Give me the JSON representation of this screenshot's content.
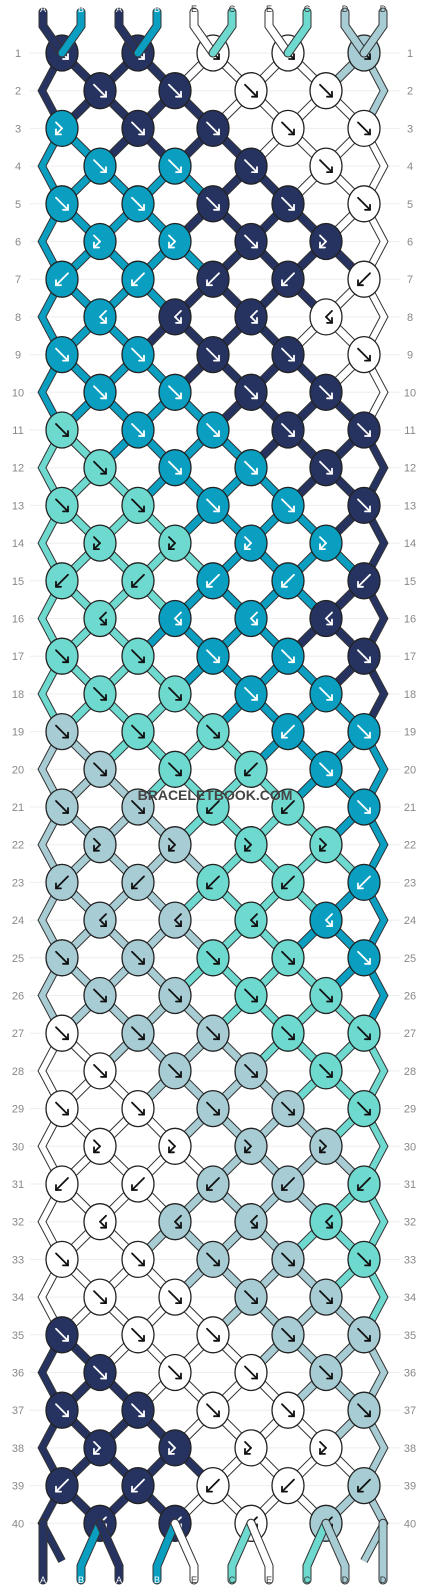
{
  "watermark": "BRACELETBOOK.COM",
  "colors": {
    "A": "#263360",
    "B": "#0a9ec0",
    "C": "#6ed9ce",
    "D": "#a8ccd4",
    "E": "#ffffff"
  },
  "strands": [
    "A",
    "B",
    "A",
    "B",
    "E",
    "C",
    "E",
    "C",
    "D",
    "D"
  ],
  "rows": [
    {
      "n": "1",
      "knots": [
        {
          "c": "A",
          "d": "R"
        },
        {
          "c": "A",
          "d": "R"
        },
        {
          "c": "E",
          "d": "R"
        },
        {
          "c": "E",
          "d": "R"
        },
        {
          "c": "D",
          "d": "R"
        }
      ]
    },
    {
      "n": "2",
      "knots": [
        {
          "c": "A",
          "d": "R"
        },
        {
          "c": "A",
          "d": "R"
        },
        {
          "c": "E",
          "d": "R"
        },
        {
          "c": "E",
          "d": "R"
        }
      ]
    },
    {
      "n": "3",
      "knots": [
        {
          "c": "B",
          "d": "RL"
        },
        {
          "c": "A",
          "d": "R"
        },
        {
          "c": "A",
          "d": "R"
        },
        {
          "c": "E",
          "d": "R"
        },
        {
          "c": "E",
          "d": "R"
        }
      ]
    },
    {
      "n": "4",
      "knots": [
        {
          "c": "B",
          "d": "R"
        },
        {
          "c": "B",
          "d": "R"
        },
        {
          "c": "A",
          "d": "R"
        },
        {
          "c": "E",
          "d": "R"
        }
      ]
    },
    {
      "n": "5",
      "knots": [
        {
          "c": "B",
          "d": "R"
        },
        {
          "c": "B",
          "d": "R"
        },
        {
          "c": "A",
          "d": "R"
        },
        {
          "c": "A",
          "d": "R"
        },
        {
          "c": "E",
          "d": "R"
        }
      ]
    },
    {
      "n": "6",
      "knots": [
        {
          "c": "B",
          "d": "RL"
        },
        {
          "c": "B",
          "d": "RL"
        },
        {
          "c": "A",
          "d": "R"
        },
        {
          "c": "A",
          "d": "RL"
        }
      ]
    },
    {
      "n": "7",
      "knots": [
        {
          "c": "B",
          "d": "L"
        },
        {
          "c": "B",
          "d": "L"
        },
        {
          "c": "A",
          "d": "L"
        },
        {
          "c": "A",
          "d": "L"
        },
        {
          "c": "E",
          "d": "L"
        }
      ]
    },
    {
      "n": "8",
      "knots": [
        {
          "c": "B",
          "d": "LR"
        },
        {
          "c": "A",
          "d": "LR"
        },
        {
          "c": "A",
          "d": "LR"
        },
        {
          "c": "E",
          "d": "LR"
        }
      ]
    },
    {
      "n": "9",
      "knots": [
        {
          "c": "B",
          "d": "R"
        },
        {
          "c": "B",
          "d": "R"
        },
        {
          "c": "A",
          "d": "R"
        },
        {
          "c": "A",
          "d": "R"
        },
        {
          "c": "E",
          "d": "R"
        }
      ]
    },
    {
      "n": "10",
      "knots": [
        {
          "c": "B",
          "d": "R"
        },
        {
          "c": "B",
          "d": "R"
        },
        {
          "c": "A",
          "d": "R"
        },
        {
          "c": "A",
          "d": "R"
        }
      ]
    },
    {
      "n": "11",
      "knots": [
        {
          "c": "C",
          "d": "R"
        },
        {
          "c": "B",
          "d": "R"
        },
        {
          "c": "B",
          "d": "R"
        },
        {
          "c": "A",
          "d": "R"
        },
        {
          "c": "A",
          "d": "R"
        }
      ]
    },
    {
      "n": "12",
      "knots": [
        {
          "c": "C",
          "d": "R"
        },
        {
          "c": "B",
          "d": "R"
        },
        {
          "c": "B",
          "d": "R"
        },
        {
          "c": "A",
          "d": "R"
        }
      ]
    },
    {
      "n": "13",
      "knots": [
        {
          "c": "C",
          "d": "R"
        },
        {
          "c": "C",
          "d": "R"
        },
        {
          "c": "B",
          "d": "R"
        },
        {
          "c": "B",
          "d": "R"
        },
        {
          "c": "A",
          "d": "R"
        }
      ]
    },
    {
      "n": "14",
      "knots": [
        {
          "c": "C",
          "d": "RL"
        },
        {
          "c": "C",
          "d": "RL"
        },
        {
          "c": "B",
          "d": "RL"
        },
        {
          "c": "B",
          "d": "RL"
        }
      ]
    },
    {
      "n": "15",
      "knots": [
        {
          "c": "C",
          "d": "L"
        },
        {
          "c": "C",
          "d": "L"
        },
        {
          "c": "B",
          "d": "L"
        },
        {
          "c": "B",
          "d": "L"
        },
        {
          "c": "A",
          "d": "L"
        }
      ]
    },
    {
      "n": "16",
      "knots": [
        {
          "c": "C",
          "d": "LR"
        },
        {
          "c": "B",
          "d": "LR"
        },
        {
          "c": "B",
          "d": "LR"
        },
        {
          "c": "A",
          "d": "LR"
        }
      ]
    },
    {
      "n": "17",
      "knots": [
        {
          "c": "C",
          "d": "R"
        },
        {
          "c": "C",
          "d": "R"
        },
        {
          "c": "B",
          "d": "R"
        },
        {
          "c": "B",
          "d": "R"
        },
        {
          "c": "A",
          "d": "R"
        }
      ]
    },
    {
      "n": "18",
      "knots": [
        {
          "c": "C",
          "d": "R"
        },
        {
          "c": "C",
          "d": "R"
        },
        {
          "c": "B",
          "d": "R"
        },
        {
          "c": "B",
          "d": "R"
        }
      ]
    },
    {
      "n": "19",
      "knots": [
        {
          "c": "D",
          "d": "R"
        },
        {
          "c": "C",
          "d": "R"
        },
        {
          "c": "C",
          "d": "R"
        },
        {
          "c": "B",
          "d": "L"
        },
        {
          "c": "B",
          "d": "R"
        }
      ]
    },
    {
      "n": "20",
      "knots": [
        {
          "c": "D",
          "d": "R"
        },
        {
          "c": "C",
          "d": "R"
        },
        {
          "c": "C",
          "d": "L"
        },
        {
          "c": "B",
          "d": "R"
        }
      ]
    },
    {
      "n": "21",
      "knots": [
        {
          "c": "D",
          "d": "R"
        },
        {
          "c": "D",
          "d": "R"
        },
        {
          "c": "C",
          "d": "L"
        },
        {
          "c": "C",
          "d": "L"
        },
        {
          "c": "B",
          "d": "R"
        }
      ]
    },
    {
      "n": "22",
      "knots": [
        {
          "c": "D",
          "d": "RL"
        },
        {
          "c": "D",
          "d": "RL"
        },
        {
          "c": "C",
          "d": "RL"
        },
        {
          "c": "C",
          "d": "RL"
        }
      ]
    },
    {
      "n": "23",
      "knots": [
        {
          "c": "D",
          "d": "L"
        },
        {
          "c": "D",
          "d": "L"
        },
        {
          "c": "C",
          "d": "L"
        },
        {
          "c": "C",
          "d": "L"
        },
        {
          "c": "B",
          "d": "L"
        }
      ]
    },
    {
      "n": "24",
      "knots": [
        {
          "c": "D",
          "d": "LR"
        },
        {
          "c": "D",
          "d": "LR"
        },
        {
          "c": "C",
          "d": "LR"
        },
        {
          "c": "B",
          "d": "LR"
        }
      ]
    },
    {
      "n": "25",
      "knots": [
        {
          "c": "D",
          "d": "R"
        },
        {
          "c": "D",
          "d": "R"
        },
        {
          "c": "C",
          "d": "R"
        },
        {
          "c": "C",
          "d": "R"
        },
        {
          "c": "B",
          "d": "R"
        }
      ]
    },
    {
      "n": "26",
      "knots": [
        {
          "c": "D",
          "d": "R"
        },
        {
          "c": "D",
          "d": "R"
        },
        {
          "c": "C",
          "d": "R"
        },
        {
          "c": "C",
          "d": "R"
        }
      ]
    },
    {
      "n": "27",
      "knots": [
        {
          "c": "E",
          "d": "R"
        },
        {
          "c": "D",
          "d": "R"
        },
        {
          "c": "D",
          "d": "R"
        },
        {
          "c": "C",
          "d": "R"
        },
        {
          "c": "C",
          "d": "R"
        }
      ]
    },
    {
      "n": "28",
      "knots": [
        {
          "c": "E",
          "d": "R"
        },
        {
          "c": "D",
          "d": "R"
        },
        {
          "c": "D",
          "d": "R"
        },
        {
          "c": "C",
          "d": "R"
        }
      ]
    },
    {
      "n": "29",
      "knots": [
        {
          "c": "E",
          "d": "R"
        },
        {
          "c": "E",
          "d": "R"
        },
        {
          "c": "D",
          "d": "R"
        },
        {
          "c": "D",
          "d": "R"
        },
        {
          "c": "C",
          "d": "R"
        }
      ]
    },
    {
      "n": "30",
      "knots": [
        {
          "c": "E",
          "d": "RL"
        },
        {
          "c": "E",
          "d": "RL"
        },
        {
          "c": "D",
          "d": "RL"
        },
        {
          "c": "D",
          "d": "RL"
        }
      ]
    },
    {
      "n": "31",
      "knots": [
        {
          "c": "E",
          "d": "L"
        },
        {
          "c": "E",
          "d": "L"
        },
        {
          "c": "D",
          "d": "L"
        },
        {
          "c": "D",
          "d": "L"
        },
        {
          "c": "C",
          "d": "L"
        }
      ]
    },
    {
      "n": "32",
      "knots": [
        {
          "c": "E",
          "d": "LR"
        },
        {
          "c": "D",
          "d": "LR"
        },
        {
          "c": "D",
          "d": "LR"
        },
        {
          "c": "C",
          "d": "LR"
        }
      ]
    },
    {
      "n": "33",
      "knots": [
        {
          "c": "E",
          "d": "R"
        },
        {
          "c": "E",
          "d": "R"
        },
        {
          "c": "D",
          "d": "R"
        },
        {
          "c": "D",
          "d": "R"
        },
        {
          "c": "C",
          "d": "R"
        }
      ]
    },
    {
      "n": "34",
      "knots": [
        {
          "c": "E",
          "d": "R"
        },
        {
          "c": "E",
          "d": "R"
        },
        {
          "c": "D",
          "d": "R"
        },
        {
          "c": "D",
          "d": "R"
        }
      ]
    },
    {
      "n": "35",
      "knots": [
        {
          "c": "A",
          "d": "R"
        },
        {
          "c": "E",
          "d": "R"
        },
        {
          "c": "E",
          "d": "R"
        },
        {
          "c": "D",
          "d": "R"
        },
        {
          "c": "D",
          "d": "R"
        }
      ]
    },
    {
      "n": "36",
      "knots": [
        {
          "c": "A",
          "d": "R"
        },
        {
          "c": "E",
          "d": "R"
        },
        {
          "c": "E",
          "d": "R"
        },
        {
          "c": "D",
          "d": "R"
        }
      ]
    },
    {
      "n": "37",
      "knots": [
        {
          "c": "A",
          "d": "R"
        },
        {
          "c": "A",
          "d": "R"
        },
        {
          "c": "E",
          "d": "R"
        },
        {
          "c": "E",
          "d": "R"
        },
        {
          "c": "D",
          "d": "R"
        }
      ]
    },
    {
      "n": "38",
      "knots": [
        {
          "c": "A",
          "d": "RL"
        },
        {
          "c": "A",
          "d": "RL"
        },
        {
          "c": "E",
          "d": "RL"
        },
        {
          "c": "E",
          "d": "RL"
        }
      ]
    },
    {
      "n": "39",
      "knots": [
        {
          "c": "A",
          "d": "L"
        },
        {
          "c": "A",
          "d": "L"
        },
        {
          "c": "E",
          "d": "L"
        },
        {
          "c": "E",
          "d": "L"
        },
        {
          "c": "D",
          "d": "L"
        }
      ]
    },
    {
      "n": "40",
      "knots": [
        {
          "c": "A",
          "d": "LR"
        },
        {
          "c": "A",
          "d": "LR"
        },
        {
          "c": "E",
          "d": "LR"
        },
        {
          "c": "D",
          "d": "LR"
        }
      ]
    }
  ]
}
